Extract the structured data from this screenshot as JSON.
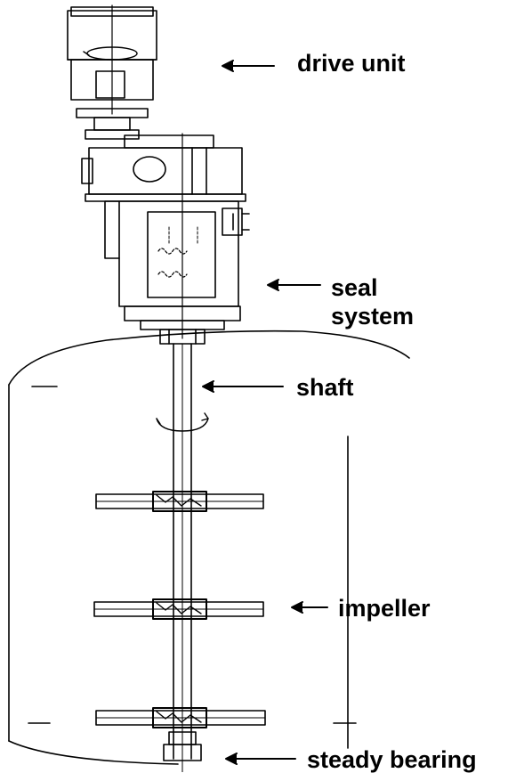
{
  "labels": {
    "drive_unit": "drive unit",
    "seal_line1": "seal",
    "seal_line2": "system",
    "shaft": "shaft",
    "impeller": "impeller",
    "steady_bearing": "steady bearing"
  },
  "colors": {
    "line": "#000000",
    "background": "#ffffff"
  }
}
